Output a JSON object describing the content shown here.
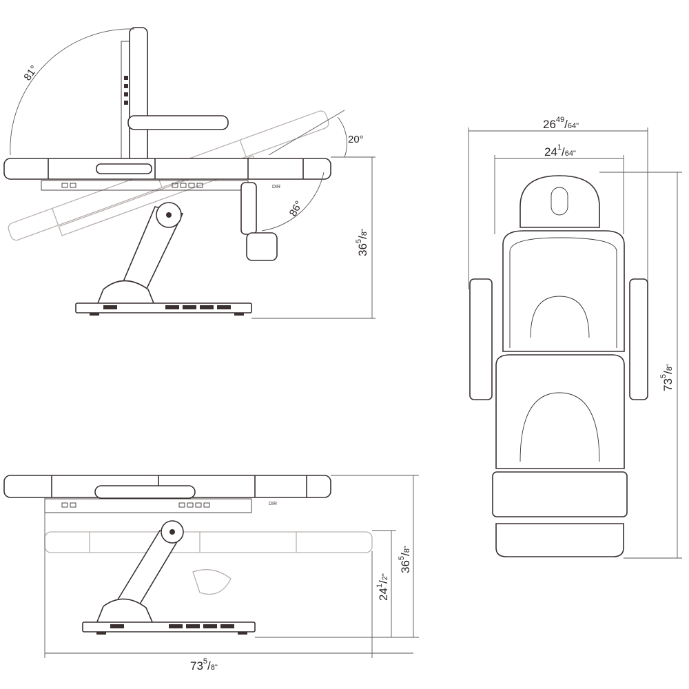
{
  "angles": {
    "backrest": "81°",
    "tilt": "20°",
    "legrest": "86°"
  },
  "dimensions": {
    "side_height": {
      "whole": "36",
      "num": "5",
      "den": "8\""
    },
    "overall_width": {
      "whole": "26",
      "num": "49",
      "den": "64\""
    },
    "seat_width": {
      "whole": "24",
      "num": "1",
      "den": "64\""
    },
    "top_length": {
      "whole": "73",
      "num": "5",
      "den": "8\""
    },
    "min_height": {
      "whole": "24",
      "num": "1",
      "den": "2\""
    },
    "max_height": {
      "whole": "36",
      "num": "5",
      "den": "8\""
    },
    "flat_length": {
      "whole": "73",
      "num": "5",
      "den": "8\""
    }
  },
  "labels": {
    "dir_top": "DIR",
    "dir_bottom": "DIR"
  },
  "colors": {
    "line": "#3a3030",
    "ghost": "#b8b0ae"
  }
}
